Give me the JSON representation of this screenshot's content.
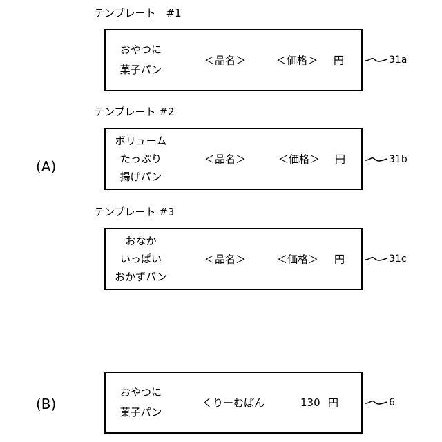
{
  "section_a": {
    "label": "(A)",
    "templates": [
      {
        "title": "テンプレート　#1",
        "description_lines": [
          "おやつに",
          "菓子パン"
        ],
        "name_placeholder": "＜品名＞",
        "price_placeholder": "＜価格＞",
        "currency": "円",
        "reference": "31a"
      },
      {
        "title": "テンプレート #2",
        "description_lines": [
          "ボリューム",
          "たっぷり",
          "揚げパン"
        ],
        "name_placeholder": "＜品名＞",
        "price_placeholder": "＜価格＞",
        "currency": "円",
        "reference": "31b"
      },
      {
        "title": "テンプレート #3",
        "description_lines": [
          "おなか",
          "いっぱい",
          "おかずパン"
        ],
        "name_placeholder": "＜品名＞",
        "price_placeholder": "＜価格＞",
        "currency": "円",
        "reference": "31c"
      }
    ]
  },
  "section_b": {
    "label": "(B)",
    "card": {
      "description_lines": [
        "おやつに",
        "菓子パン"
      ],
      "product_name": "くりーむぱん",
      "price": "130",
      "currency": "円",
      "reference": "6"
    }
  }
}
